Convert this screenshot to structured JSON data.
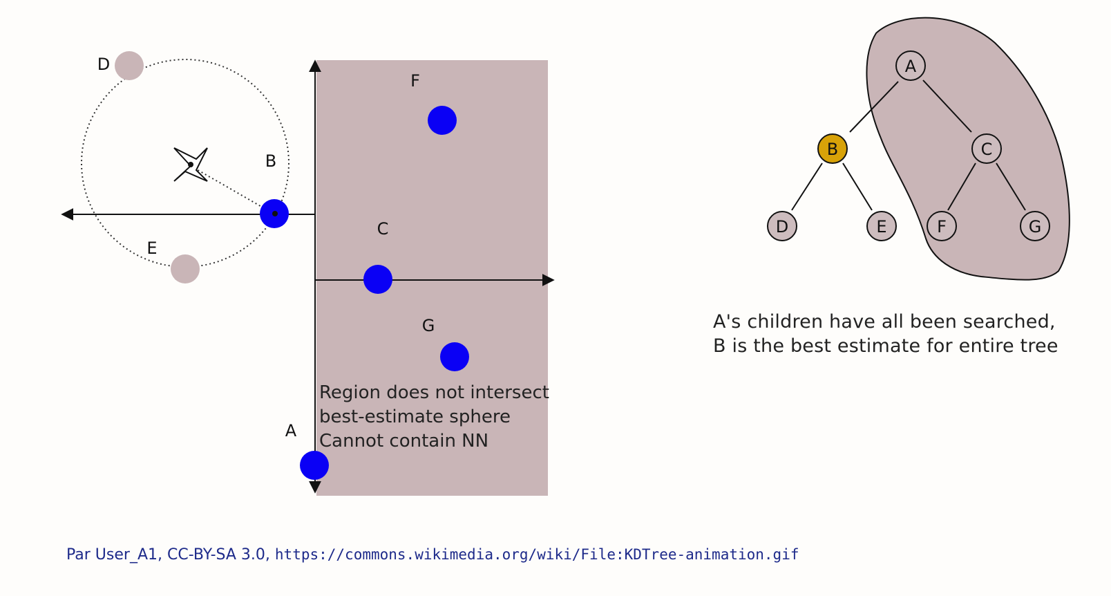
{
  "colors": {
    "background": "#fefdfb",
    "region_fill": "#c9b5b7",
    "blue_point": "#0a00f5",
    "faded_point": "#c9b5b7",
    "highlight_node": "#d8a208",
    "node_fill": "#cdbcbe",
    "credit_text": "#1d2a8a"
  },
  "icons": {
    "query": "four-point-star-icon"
  },
  "plane": {
    "points": {
      "A": "A",
      "B": "B",
      "C": "C",
      "D": "D",
      "E": "E",
      "F": "F",
      "G": "G"
    },
    "region_note": [
      "Region does not intersect",
      "best-estimate sphere",
      "Cannot contain NN"
    ]
  },
  "tree": {
    "nodes": {
      "A": "A",
      "B": "B",
      "C": "C",
      "D": "D",
      "E": "E",
      "F": "F",
      "G": "G"
    },
    "highlighted": "B",
    "caption": [
      "A's children have all been searched,",
      "B is the best estimate for entire tree"
    ]
  },
  "credit": {
    "text": "Par User_A1, CC-BY-SA 3.0,",
    "url": "https://commons.wikimedia.org/wiki/File:KDTree-animation.gif"
  }
}
